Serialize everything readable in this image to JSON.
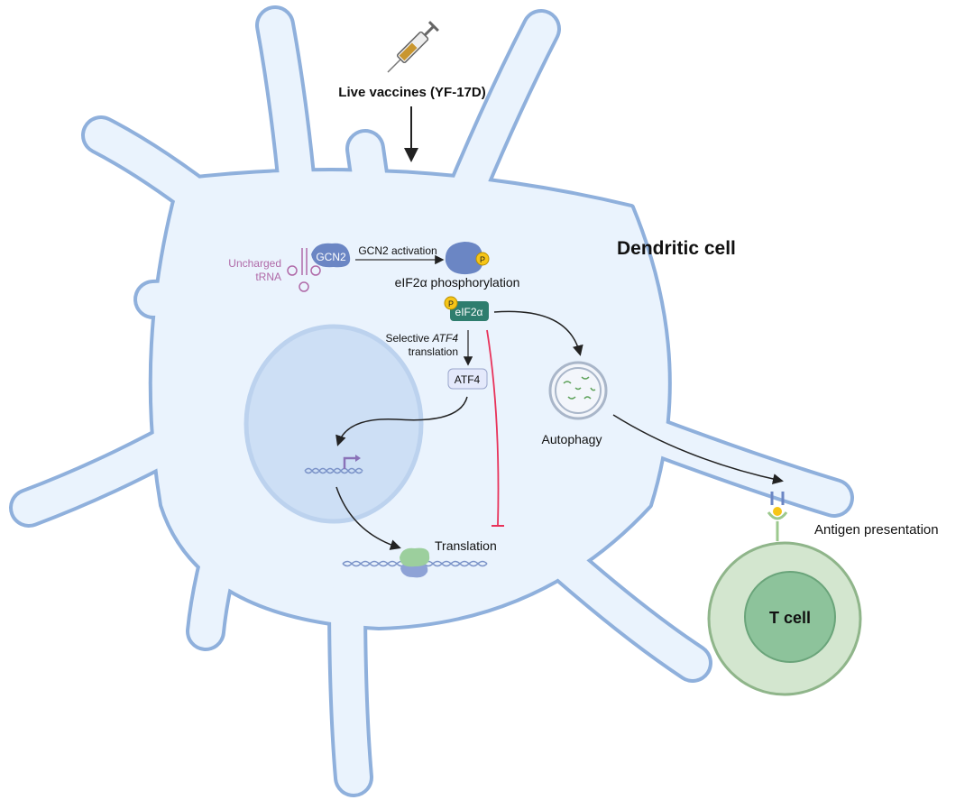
{
  "labels": {
    "vaccine": "Live vaccines (YF-17D)",
    "dendritic_cell": "Dendritic cell",
    "uncharged_trna_1": "Uncharged",
    "uncharged_trna_2": "tRNA",
    "gcn2": "GCN2",
    "gcn2_activation": "GCN2 activation",
    "phospho": "P",
    "eif2a_phosphorylation": "eIF2α phosphorylation",
    "eif2a": "eIF2α",
    "selective_1": "Selective",
    "selective_atf4": "ATF4",
    "selective_2": "translation",
    "atf4": "ATF4",
    "autophagy": "Autophagy",
    "translation": "Translation",
    "antigen_presentation": "Antigen presentation",
    "t_cell": "T cell"
  },
  "colors": {
    "cell_fill": "#eaf3fd",
    "cell_outline": "#8fb0dc",
    "nucleus": "#cddff5",
    "eif2a_box": "#2e7d6e",
    "inhibition": "#e8325a",
    "trna": "#b06aa8",
    "gcn2": "#6b86c4",
    "t_cell_outer": "#d3e6cf",
    "t_cell_inner": "#8dc39b"
  }
}
